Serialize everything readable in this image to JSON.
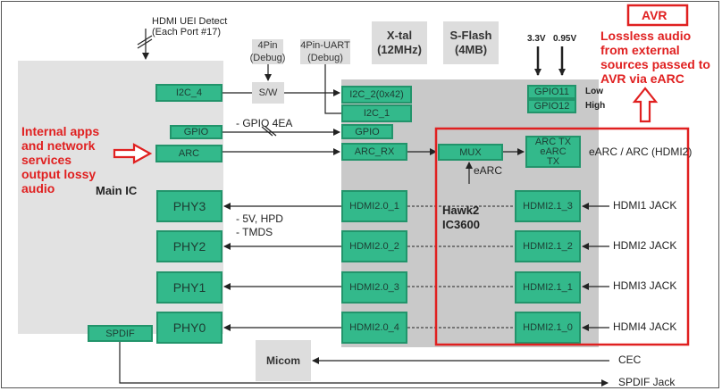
{
  "main_ic": {
    "label": "Main IC",
    "pins": {
      "i2c_4": "I2C_4",
      "gpio": "GPIO",
      "arc": "ARC",
      "phy3": "PHY3",
      "phy2": "PHY2",
      "phy1": "PHY1",
      "phy0": "PHY0",
      "spdif": "SPDIF"
    }
  },
  "hawk": {
    "label_line1": "Hawk2",
    "label_line2": "IC3600",
    "pins": {
      "i2c_2": "I2C_2(0x42)",
      "i2c_1": "I2C_1",
      "gpio": "GPIO",
      "arc_rx": "ARC_RX",
      "mux": "MUX",
      "arc_tx_1": "ARC TX",
      "arc_tx_2": "eARC",
      "arc_tx_3": "TX",
      "gpio11": "GPIO11",
      "gpio12": "GPIO12",
      "hdmi20_1": "HDMI2.0_1",
      "hdmi20_2": "HDMI2.0_2",
      "hdmi20_3": "HDMI2.0_3",
      "hdmi20_4": "HDMI2.0_4",
      "hdmi21_3": "HDMI2.1_3",
      "hdmi21_2": "HDMI2.1_2",
      "hdmi21_1": "HDMI2.1_1",
      "hdmi21_0": "HDMI2.1_0"
    }
  },
  "components": {
    "pin4_line1": "4Pin",
    "pin4_line2": "(Debug)",
    "uart_line1": "4Pin-UART",
    "uart_line2": "(Debug)",
    "sw": "S/W",
    "xtal_line1": "X-tal",
    "xtal_line2": "(12MHz)",
    "sflash_line1": "S-Flash",
    "sflash_line2": "(4MB)",
    "micom": "Micom"
  },
  "signals": {
    "hdmi_uei_1": "HDMI UEI Detect",
    "hdmi_uei_2": "(Each Port #17)",
    "gpio_4ea": "- GPIO 4EA",
    "v5_hpd": "- 5V, HPD",
    "tmds": "- TMDS",
    "earc": "eARC",
    "v33": "3.3V",
    "v095": "0.95V",
    "low": "Low",
    "high": "High",
    "earc_arc_hdmi2": "eARC / ARC (HDMI2)",
    "hdmi1_jack": "HDMI1 JACK",
    "hdmi2_jack": "HDMI2 JACK",
    "hdmi3_jack": "HDMI3 JACK",
    "hdmi4_jack": "HDMI4 JACK",
    "cec": "CEC",
    "spdif_jack": "SPDIF Jack"
  },
  "annotations": {
    "avr": "AVR",
    "lossless": [
      "Lossless audio",
      "from external",
      "sources passed to",
      "AVR via eARC"
    ],
    "internal": [
      "Internal apps",
      "and network",
      "services",
      "output lossy",
      "audio"
    ],
    "accent_color": "#e02020"
  }
}
